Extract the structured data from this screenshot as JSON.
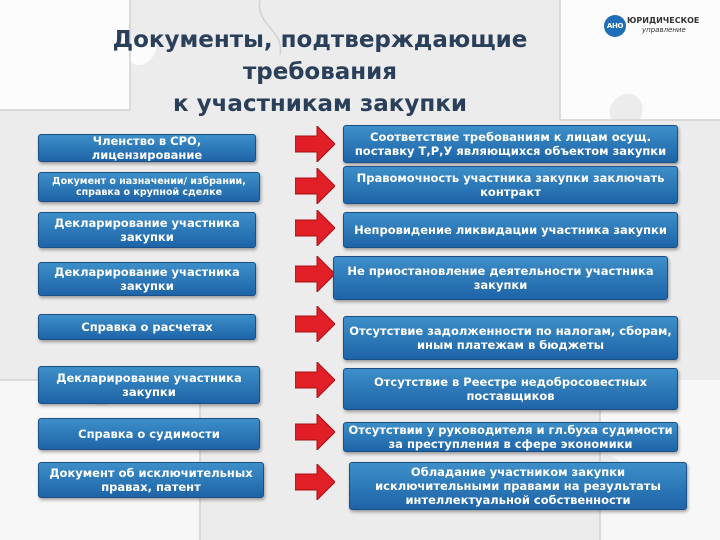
{
  "title": {
    "line1": "Документы, подтверждающие требования",
    "line2": "к участникам закупки"
  },
  "logo": {
    "badge": "АНО",
    "line1": "ЮРИДИЧЕСКОЕ",
    "line2": "управление"
  },
  "rows": [
    {
      "document": "Членство в СРО, лицензирование",
      "requirement": "Соответствие требованиям к лицам осущ. поставку Т,Р,У являющихся объектом закупки"
    },
    {
      "document": "Документ о назначении/ избрании, справка о крупной сделке",
      "requirement": "Правомочность участника закупки заключать контракт"
    },
    {
      "document": "Декларирование участника закупки",
      "requirement": "Непровидение ликвидации участника закупки"
    },
    {
      "document": "Декларирование участника закупки",
      "requirement": "Не приостановление деятельности участника закупки"
    },
    {
      "document": "Справка о расчетах",
      "requirement": "Отсутствие задолженности по налогам, сборам, иным платежам в бюджеты"
    },
    {
      "document": "Декларирование участника закупки",
      "requirement": "Отсутствие в Реестре недобросовестных поставщиков"
    },
    {
      "document": "Справка о судимости",
      "requirement": "Отсутствии у руководителя и гл.буха судимости за преступления в сфере экономики"
    },
    {
      "document": "Документ об исключительных правах, патент",
      "requirement": "Обладание участником закупки исключительными правами на результаты интеллектуальной собственности"
    }
  ]
}
